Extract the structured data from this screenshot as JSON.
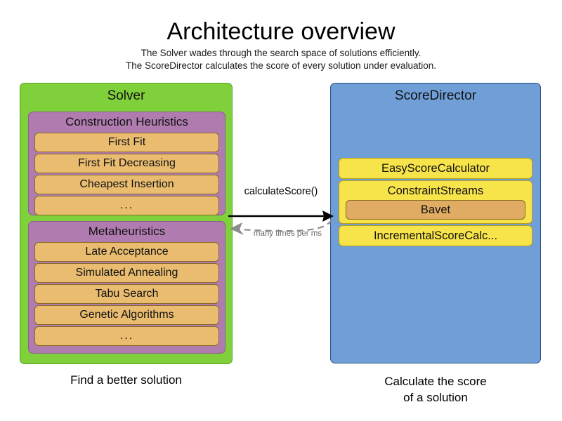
{
  "header": {
    "title": "Architecture overview",
    "subtitle_line1": "The Solver wades through the search space of solutions efficiently.",
    "subtitle_line2": "The ScoreDirector calculates the score of every solution under evaluation."
  },
  "solver": {
    "title": "Solver",
    "caption": "Find a better solution",
    "groups": [
      {
        "title": "Construction Heuristics",
        "items": [
          "First Fit",
          "First Fit Decreasing",
          "Cheapest Insertion",
          "..."
        ]
      },
      {
        "title": "Metaheuristics",
        "items": [
          "Late Acceptance",
          "Simulated Annealing",
          "Tabu Search",
          "Genetic Algorithms",
          "..."
        ]
      }
    ]
  },
  "score_director": {
    "title": "ScoreDirector",
    "caption_line1": "Calculate the score",
    "caption_line2": "of a solution",
    "calculators": [
      {
        "label": "EasyScoreCalculator",
        "nested": null
      },
      {
        "label": "ConstraintStreams",
        "nested": "Bavet"
      },
      {
        "label": "IncrementalScoreCalc...",
        "nested": null
      }
    ]
  },
  "arrows": {
    "forward_label": "calculateScore()",
    "backward_label": "many times per ms"
  },
  "colors": {
    "solver_panel": "#80d03c",
    "solver_panel_border": "#5ba024",
    "group_panel": "#b07cb0",
    "group_panel_border": "#8a5d8a",
    "item_box": "#e9bc70",
    "item_box_border": "#8a6a23",
    "score_director_panel": "#6f9fd6",
    "score_director_panel_border": "#2b4f81",
    "calculator_box": "#f7e34a",
    "calculator_box_border": "#b8a016",
    "nested_box": "#e0ab63",
    "forward_arrow": "#000000",
    "backward_arrow": "#808080"
  }
}
